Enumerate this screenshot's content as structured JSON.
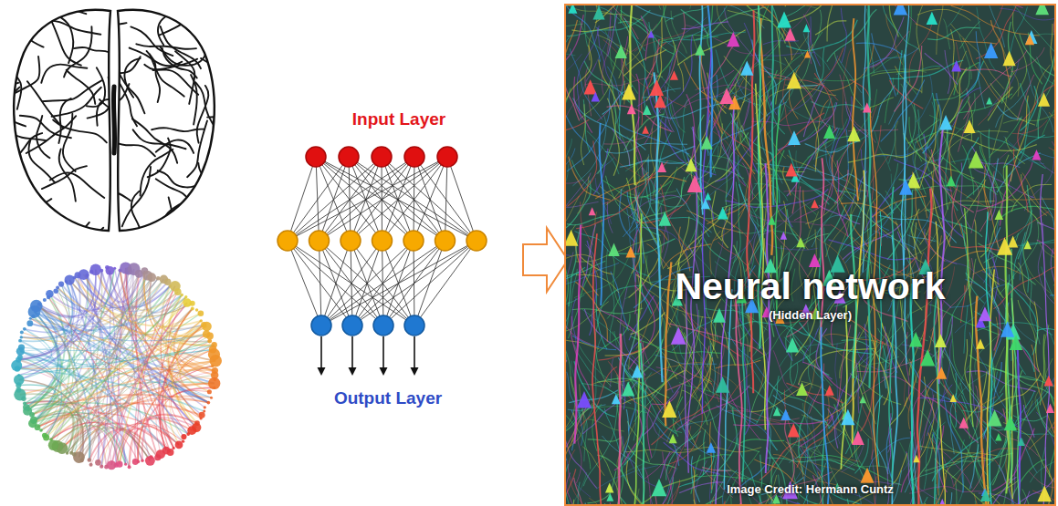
{
  "diagram": {
    "nodes": [
      {
        "text": [
          "Neural network",
          "(Hidden Layer)",
          "Image Credit: Hermann Cuntz"
        ]
      }
    ],
    "labels": [
      "Input Layer",
      "Output Layer"
    ]
  }
}
